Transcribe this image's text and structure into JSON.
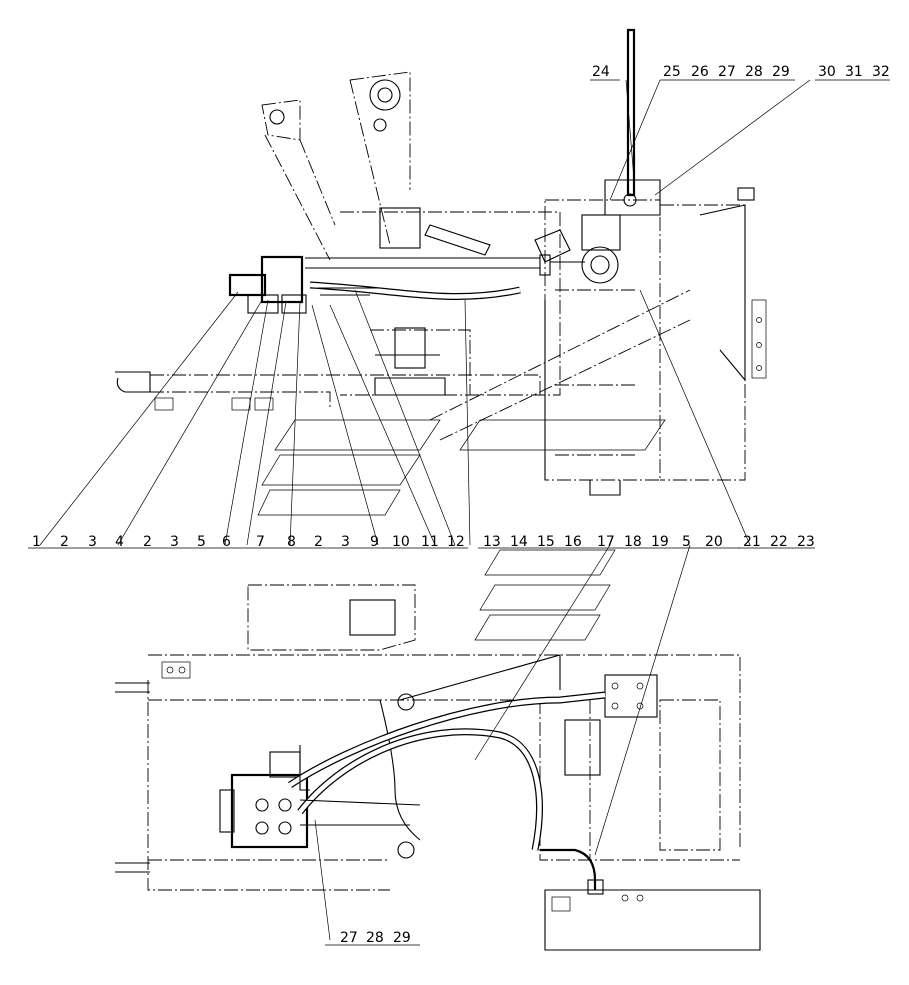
{
  "callouts": {
    "mid_row": [
      "1",
      "2",
      "3",
      "4",
      "2",
      "3",
      "5",
      "6",
      "7",
      "8",
      "2",
      "3",
      "9",
      "10",
      "11",
      "12",
      "13",
      "14",
      "15",
      "16",
      "17",
      "18",
      "19",
      "5",
      "20",
      "21",
      "22",
      "23"
    ],
    "top_left": "24",
    "top_middle": [
      "25",
      "26",
      "27",
      "28",
      "29"
    ],
    "top_right": [
      "30",
      "31",
      "32"
    ],
    "bottom": [
      "27",
      "28",
      "29"
    ]
  },
  "colors": {
    "line": "#000000",
    "background": "#ffffff"
  }
}
